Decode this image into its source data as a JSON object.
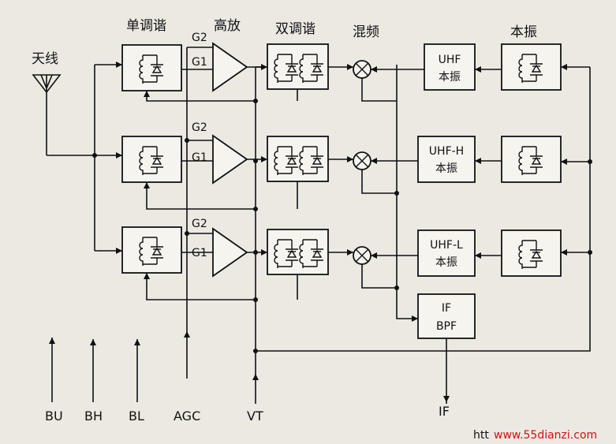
{
  "labels": {
    "antenna": "天线",
    "single_tune": "单调谐",
    "rf_amp": "高放",
    "double_tune": "双调谐",
    "mixer": "混频",
    "local_osc": "本振",
    "g1": "G1",
    "g2": "G2"
  },
  "osc_blocks": [
    {
      "line1": "UHF",
      "line2": "本振"
    },
    {
      "line1": "UHF-H",
      "line2": "本振"
    },
    {
      "line1": "UHF-L",
      "line2": "本振"
    }
  ],
  "if_bpf": {
    "line1": "IF",
    "line2": "BPF"
  },
  "bottom_labels": {
    "bu": "BU",
    "bh": "BH",
    "bl": "BL",
    "agc": "AGC",
    "vt": "VT",
    "if": "IF"
  },
  "watermark": "www.55dianzi.com",
  "watermark_prefix": "htt",
  "colors": {
    "ink": "#111111",
    "paper": "#ece9e3",
    "watermark": "#d01010"
  }
}
